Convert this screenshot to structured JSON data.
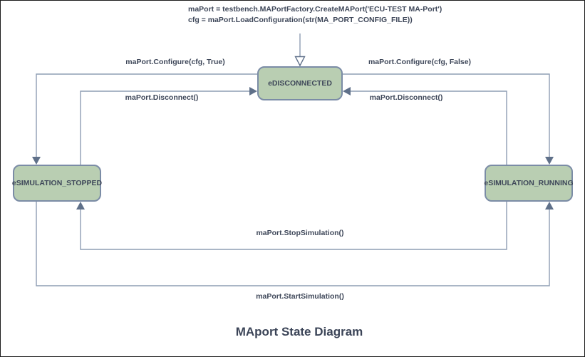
{
  "diagram": {
    "title": "MAport State Diagram",
    "init_code": {
      "line1": "maPort = testbench.MAPortFactory.CreateMAPort('ECU-TEST MA-Port')",
      "line2": "cfg = maPort.LoadConfiguration(str(MA_PORT_CONFIG_FILE))"
    },
    "states": {
      "disconnected": {
        "label": "eDISCONNECTED"
      },
      "stopped": {
        "label": "eSIMULATION_STOPPED"
      },
      "running": {
        "label": "eSIMULATION_RUNNING"
      }
    },
    "transitions": {
      "configure_true": {
        "label": "maPort.Configure(cfg, True)",
        "from": "eDISCONNECTED",
        "to": "eSIMULATION_STOPPED"
      },
      "configure_false": {
        "label": "maPort.Configure(cfg, False)",
        "from": "eDISCONNECTED",
        "to": "eSIMULATION_RUNNING"
      },
      "disconnect_from_stopped": {
        "label": "maPort.Disconnect()",
        "from": "eSIMULATION_STOPPED",
        "to": "eDISCONNECTED"
      },
      "disconnect_from_running": {
        "label": "maPort.Disconnect()",
        "from": "eSIMULATION_RUNNING",
        "to": "eDISCONNECTED"
      },
      "stop_simulation": {
        "label": "maPort.StopSimulation()",
        "from": "eSIMULATION_RUNNING",
        "to": "eSIMULATION_STOPPED"
      },
      "start_simulation": {
        "label": "maPort.StartSimulation()",
        "from": "eSIMULATION_STOPPED",
        "to": "eSIMULATION_RUNNING"
      }
    },
    "colors": {
      "state_fill": "#b9ceb2",
      "state_border": "#7b8ca6",
      "connector": "#8e9db4",
      "arrowhead": "#5f7089",
      "text": "#3e4759"
    }
  }
}
